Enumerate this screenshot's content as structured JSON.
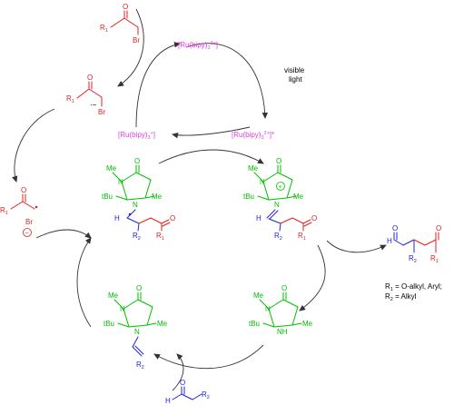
{
  "ru": {
    "top": "[Ru(bipy)3 2+]",
    "left": "[Ru(bipy)3+]",
    "right": "[Ru(bipy)3 2+]*"
  },
  "visible_light": [
    "visible",
    "light"
  ],
  "labels": {
    "R1": "R1",
    "R2": "R2",
    "Br": "Br",
    "O": "O",
    "N": "N",
    "NH": "NH",
    "H": "H",
    "Me": "Me",
    "tBu": "tBu",
    "minus": "−",
    "plus": "+"
  },
  "legend": {
    "line1": "R1 = O-alkyl, Aryl;",
    "line2": "R2 = Alkyl"
  }
}
